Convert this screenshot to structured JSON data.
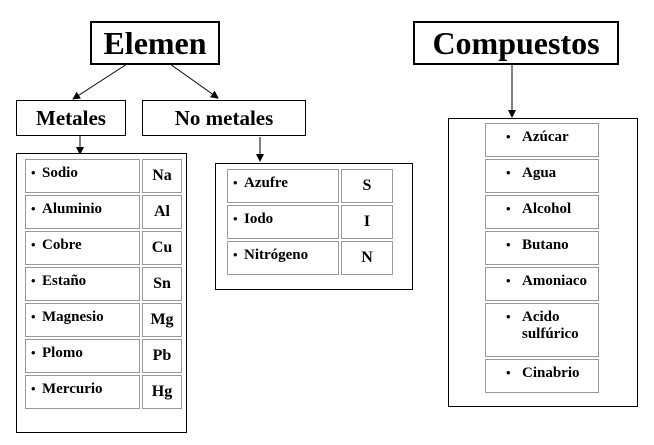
{
  "elementos": {
    "title": "Elemen",
    "metales": {
      "label": "Metales",
      "items": [
        {
          "name": "Sodio",
          "symbol": "Na"
        },
        {
          "name": "Aluminio",
          "symbol": "Al"
        },
        {
          "name": "Cobre",
          "symbol": "Cu"
        },
        {
          "name": "Estaño",
          "symbol": "Sn"
        },
        {
          "name": "Magnesio",
          "symbol": "Mg"
        },
        {
          "name": "Plomo",
          "symbol": "Pb"
        },
        {
          "name": "Mercurio",
          "symbol": "Hg"
        }
      ]
    },
    "no_metales": {
      "label": "No metales",
      "items": [
        {
          "name": "Azufre",
          "symbol": "S"
        },
        {
          "name": "Iodo",
          "symbol": "I"
        },
        {
          "name": "Nitrógeno",
          "symbol": "N"
        }
      ]
    }
  },
  "compuestos": {
    "title": "Compuestos",
    "items": [
      "Azúcar",
      "Agua",
      "Alcohol",
      "Butano",
      "Amoniaco",
      "Acido sulfúrico",
      "Cinabrio"
    ]
  }
}
